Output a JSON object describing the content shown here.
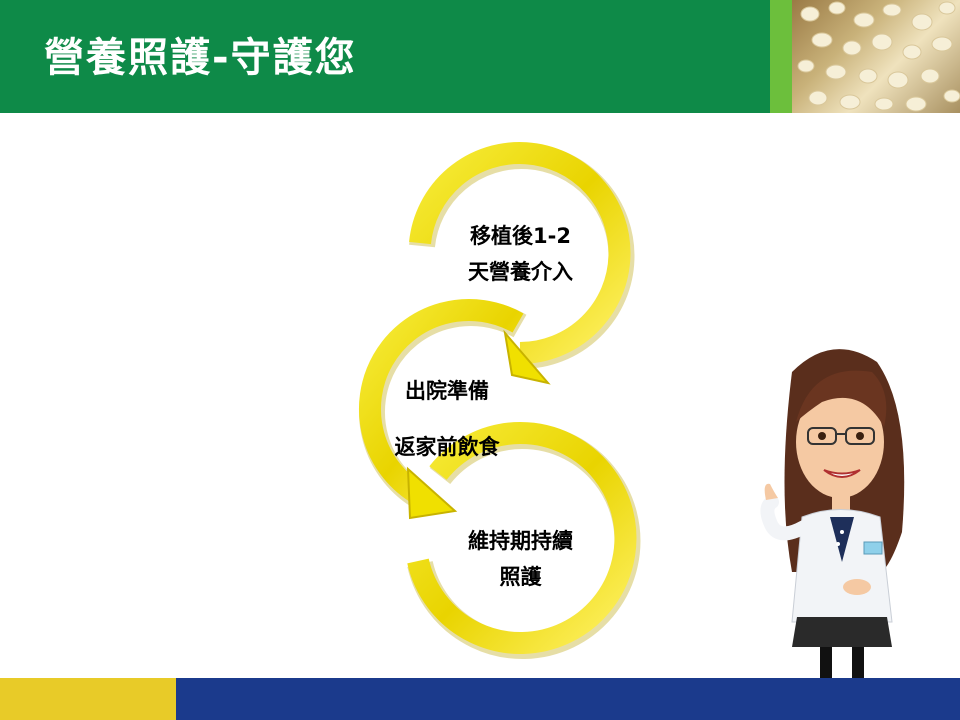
{
  "header": {
    "title": "營養照護-守護您"
  },
  "steps": [
    {
      "line1": "移植後1-2",
      "line2": "天營養介入"
    },
    {
      "line1": "出院準備",
      "line2": "返家前飲食"
    },
    {
      "line1": "維持期持續",
      "line2": "照護"
    }
  ],
  "colors": {
    "header_green": "#0e8a48",
    "header_lime": "#6cbf3c",
    "footer_yellow": "#e8cb28",
    "footer_blue": "#1b3a8c",
    "arrow_yellow": "#f5e600"
  },
  "icons": {
    "header_image": "soybeans-photo",
    "mascot": "nurse-mascot"
  }
}
